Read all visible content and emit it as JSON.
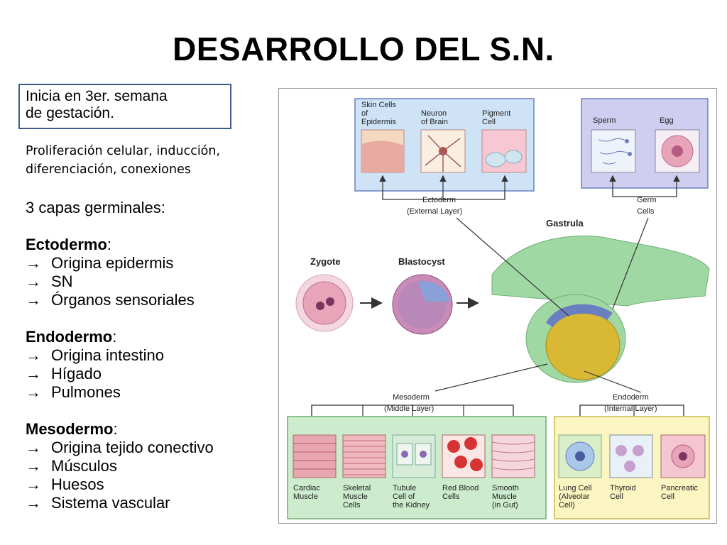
{
  "title": "DESARROLLO DEL S.N.",
  "intro": {
    "line1": "Inicia en 3er. semana",
    "line2": "de gestación."
  },
  "process": {
    "line1": "Proliferación celular, inducción,",
    "line2": "diferenciación, conexiones"
  },
  "germ_layers_heading": "3 capas germinales:",
  "sections": [
    {
      "name": "Ectodermo",
      "items": [
        "Origina epidermis",
        "SN",
        "Órganos sensoriales"
      ]
    },
    {
      "name": "Endodermo",
      "items": [
        "Origina intestino",
        "Hígado",
        "Pulmones"
      ]
    },
    {
      "name": "Mesodermo",
      "items": [
        "Origina tejido conectivo",
        "Músculos",
        "Huesos",
        "Sistema vascular"
      ]
    }
  ],
  "arrow_glyph": "→",
  "diagram": {
    "ectoderm_cells": [
      [
        "Skin Cells",
        "of",
        "Epidermis"
      ],
      [
        "Neuron",
        "of Brain"
      ],
      [
        "Pigment",
        "Cell"
      ]
    ],
    "germ_cells": [
      "Sperm",
      "Egg"
    ],
    "ectoderm_label": [
      "Ectoderm",
      "(External Layer)"
    ],
    "germ_label": [
      "Germ",
      "Cells"
    ],
    "gastrula": "Gastrula",
    "zygote": "Zygote",
    "blastocyst": "Blastocyst",
    "mesoderm_label": [
      "Mesoderm",
      "(Middle Layer)"
    ],
    "endoderm_label": [
      "Endoderm",
      "(Internal Layer)"
    ],
    "mesoderm_cells": [
      [
        "Cardiac",
        "Muscle"
      ],
      [
        "Skeletal",
        "Muscle",
        "Cells"
      ],
      [
        "Tubule",
        "Cell of",
        "the Kidney"
      ],
      [
        "Red Blood",
        "Cells"
      ],
      [
        "Smooth",
        "Muscle",
        "(in Gut)"
      ]
    ],
    "endoderm_cells": [
      [
        "Lung Cell",
        "(Alveolar",
        "Cell)"
      ],
      [
        "Thyroid",
        "Cell"
      ],
      [
        "Pancreatic",
        "Cell"
      ]
    ],
    "colors": {
      "ectoderm_panel": "#cfe3f7",
      "germ_panel": "#cfcdf0",
      "mesoderm_panel": "#cdeccd",
      "endoderm_panel": "#fbf5c2",
      "gastrula_green": "#9fd8a3",
      "yolk": "#d9b833",
      "outline_blue": "#6a7fbf"
    }
  }
}
